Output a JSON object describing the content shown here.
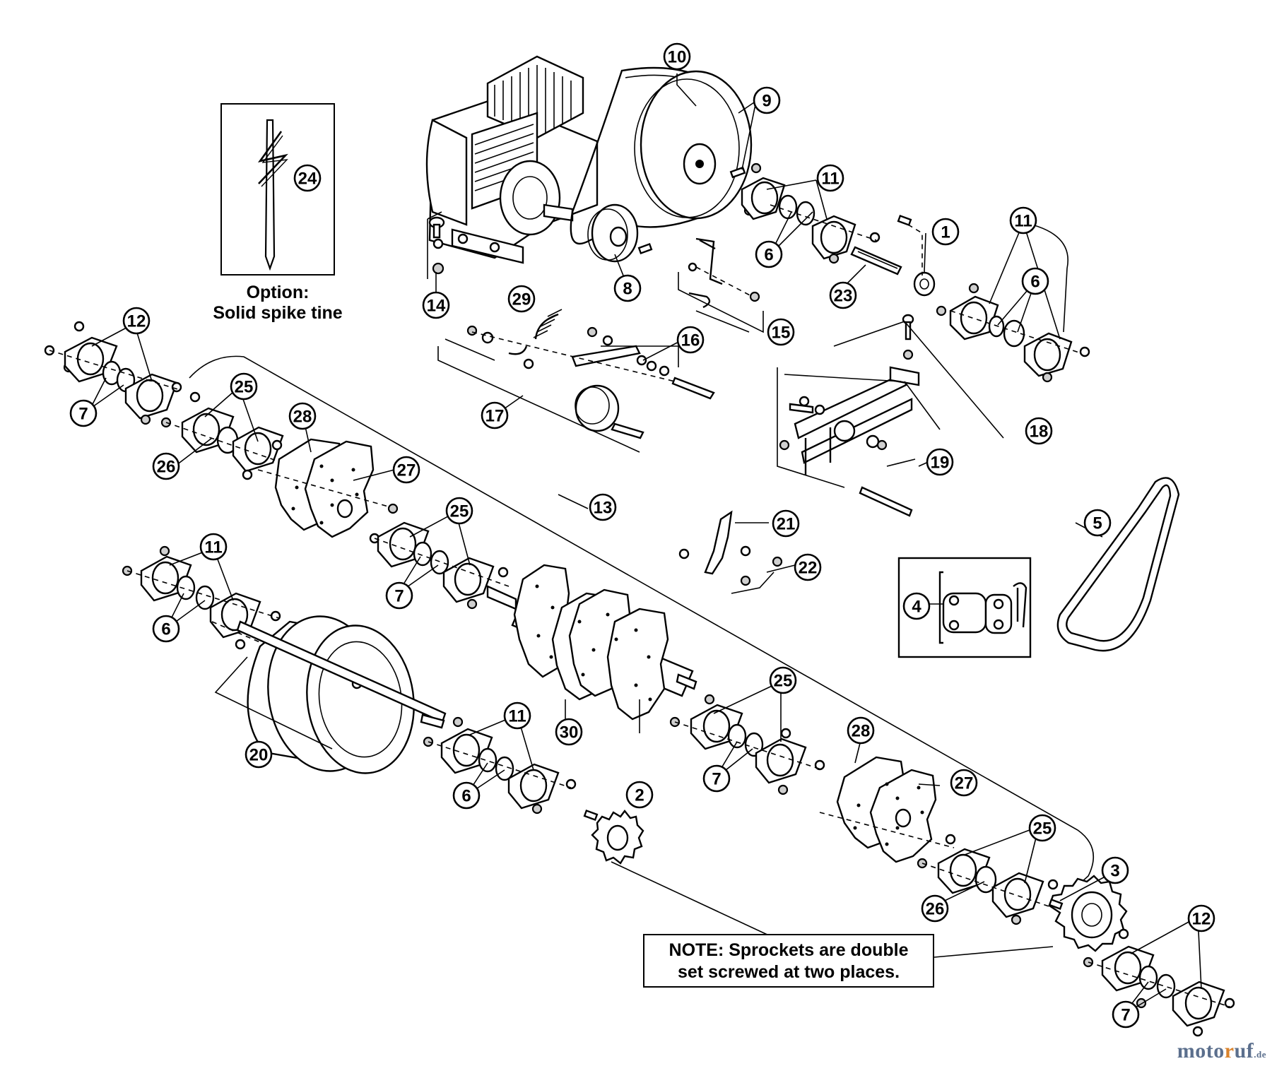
{
  "option_box": {
    "part": "24",
    "caption_line1": "Option:",
    "caption_line2": "Solid spike tine"
  },
  "note": {
    "line1": "NOTE: Sprockets are double",
    "line2": "set screwed at two places."
  },
  "watermark": {
    "name_a": "moto",
    "name_b": "r",
    "name_c": "uf",
    "tld": ".de"
  },
  "callouts": [
    {
      "id": "c1",
      "label": "1"
    },
    {
      "id": "c2",
      "label": "2"
    },
    {
      "id": "c3",
      "label": "3"
    },
    {
      "id": "c4",
      "label": "4"
    },
    {
      "id": "c5",
      "label": "5"
    },
    {
      "id": "c6a",
      "label": "6"
    },
    {
      "id": "c6b",
      "label": "6"
    },
    {
      "id": "c6c",
      "label": "6"
    },
    {
      "id": "c6d",
      "label": "6"
    },
    {
      "id": "c7a",
      "label": "7"
    },
    {
      "id": "c7b",
      "label": "7"
    },
    {
      "id": "c7c",
      "label": "7"
    },
    {
      "id": "c7d",
      "label": "7"
    },
    {
      "id": "c8",
      "label": "8"
    },
    {
      "id": "c9",
      "label": "9"
    },
    {
      "id": "c10",
      "label": "10"
    },
    {
      "id": "c11a",
      "label": "11"
    },
    {
      "id": "c11b",
      "label": "11"
    },
    {
      "id": "c11c",
      "label": "11"
    },
    {
      "id": "c11d",
      "label": "11"
    },
    {
      "id": "c12a",
      "label": "12"
    },
    {
      "id": "c12b",
      "label": "12"
    },
    {
      "id": "c13",
      "label": "13"
    },
    {
      "id": "c14",
      "label": "14"
    },
    {
      "id": "c15",
      "label": "15"
    },
    {
      "id": "c16",
      "label": "16"
    },
    {
      "id": "c17",
      "label": "17"
    },
    {
      "id": "c18",
      "label": "18"
    },
    {
      "id": "c19",
      "label": "19"
    },
    {
      "id": "c20",
      "label": "20"
    },
    {
      "id": "c21",
      "label": "21"
    },
    {
      "id": "c22",
      "label": "22"
    },
    {
      "id": "c23",
      "label": "23"
    },
    {
      "id": "c24",
      "label": "24"
    },
    {
      "id": "c25a",
      "label": "25"
    },
    {
      "id": "c25b",
      "label": "25"
    },
    {
      "id": "c25c",
      "label": "25"
    },
    {
      "id": "c25d",
      "label": "25"
    },
    {
      "id": "c26a",
      "label": "26"
    },
    {
      "id": "c26b",
      "label": "26"
    },
    {
      "id": "c27a",
      "label": "27"
    },
    {
      "id": "c27b",
      "label": "27"
    },
    {
      "id": "c28a",
      "label": "28"
    },
    {
      "id": "c28b",
      "label": "28"
    },
    {
      "id": "c29",
      "label": "29"
    },
    {
      "id": "c30",
      "label": "30"
    }
  ]
}
